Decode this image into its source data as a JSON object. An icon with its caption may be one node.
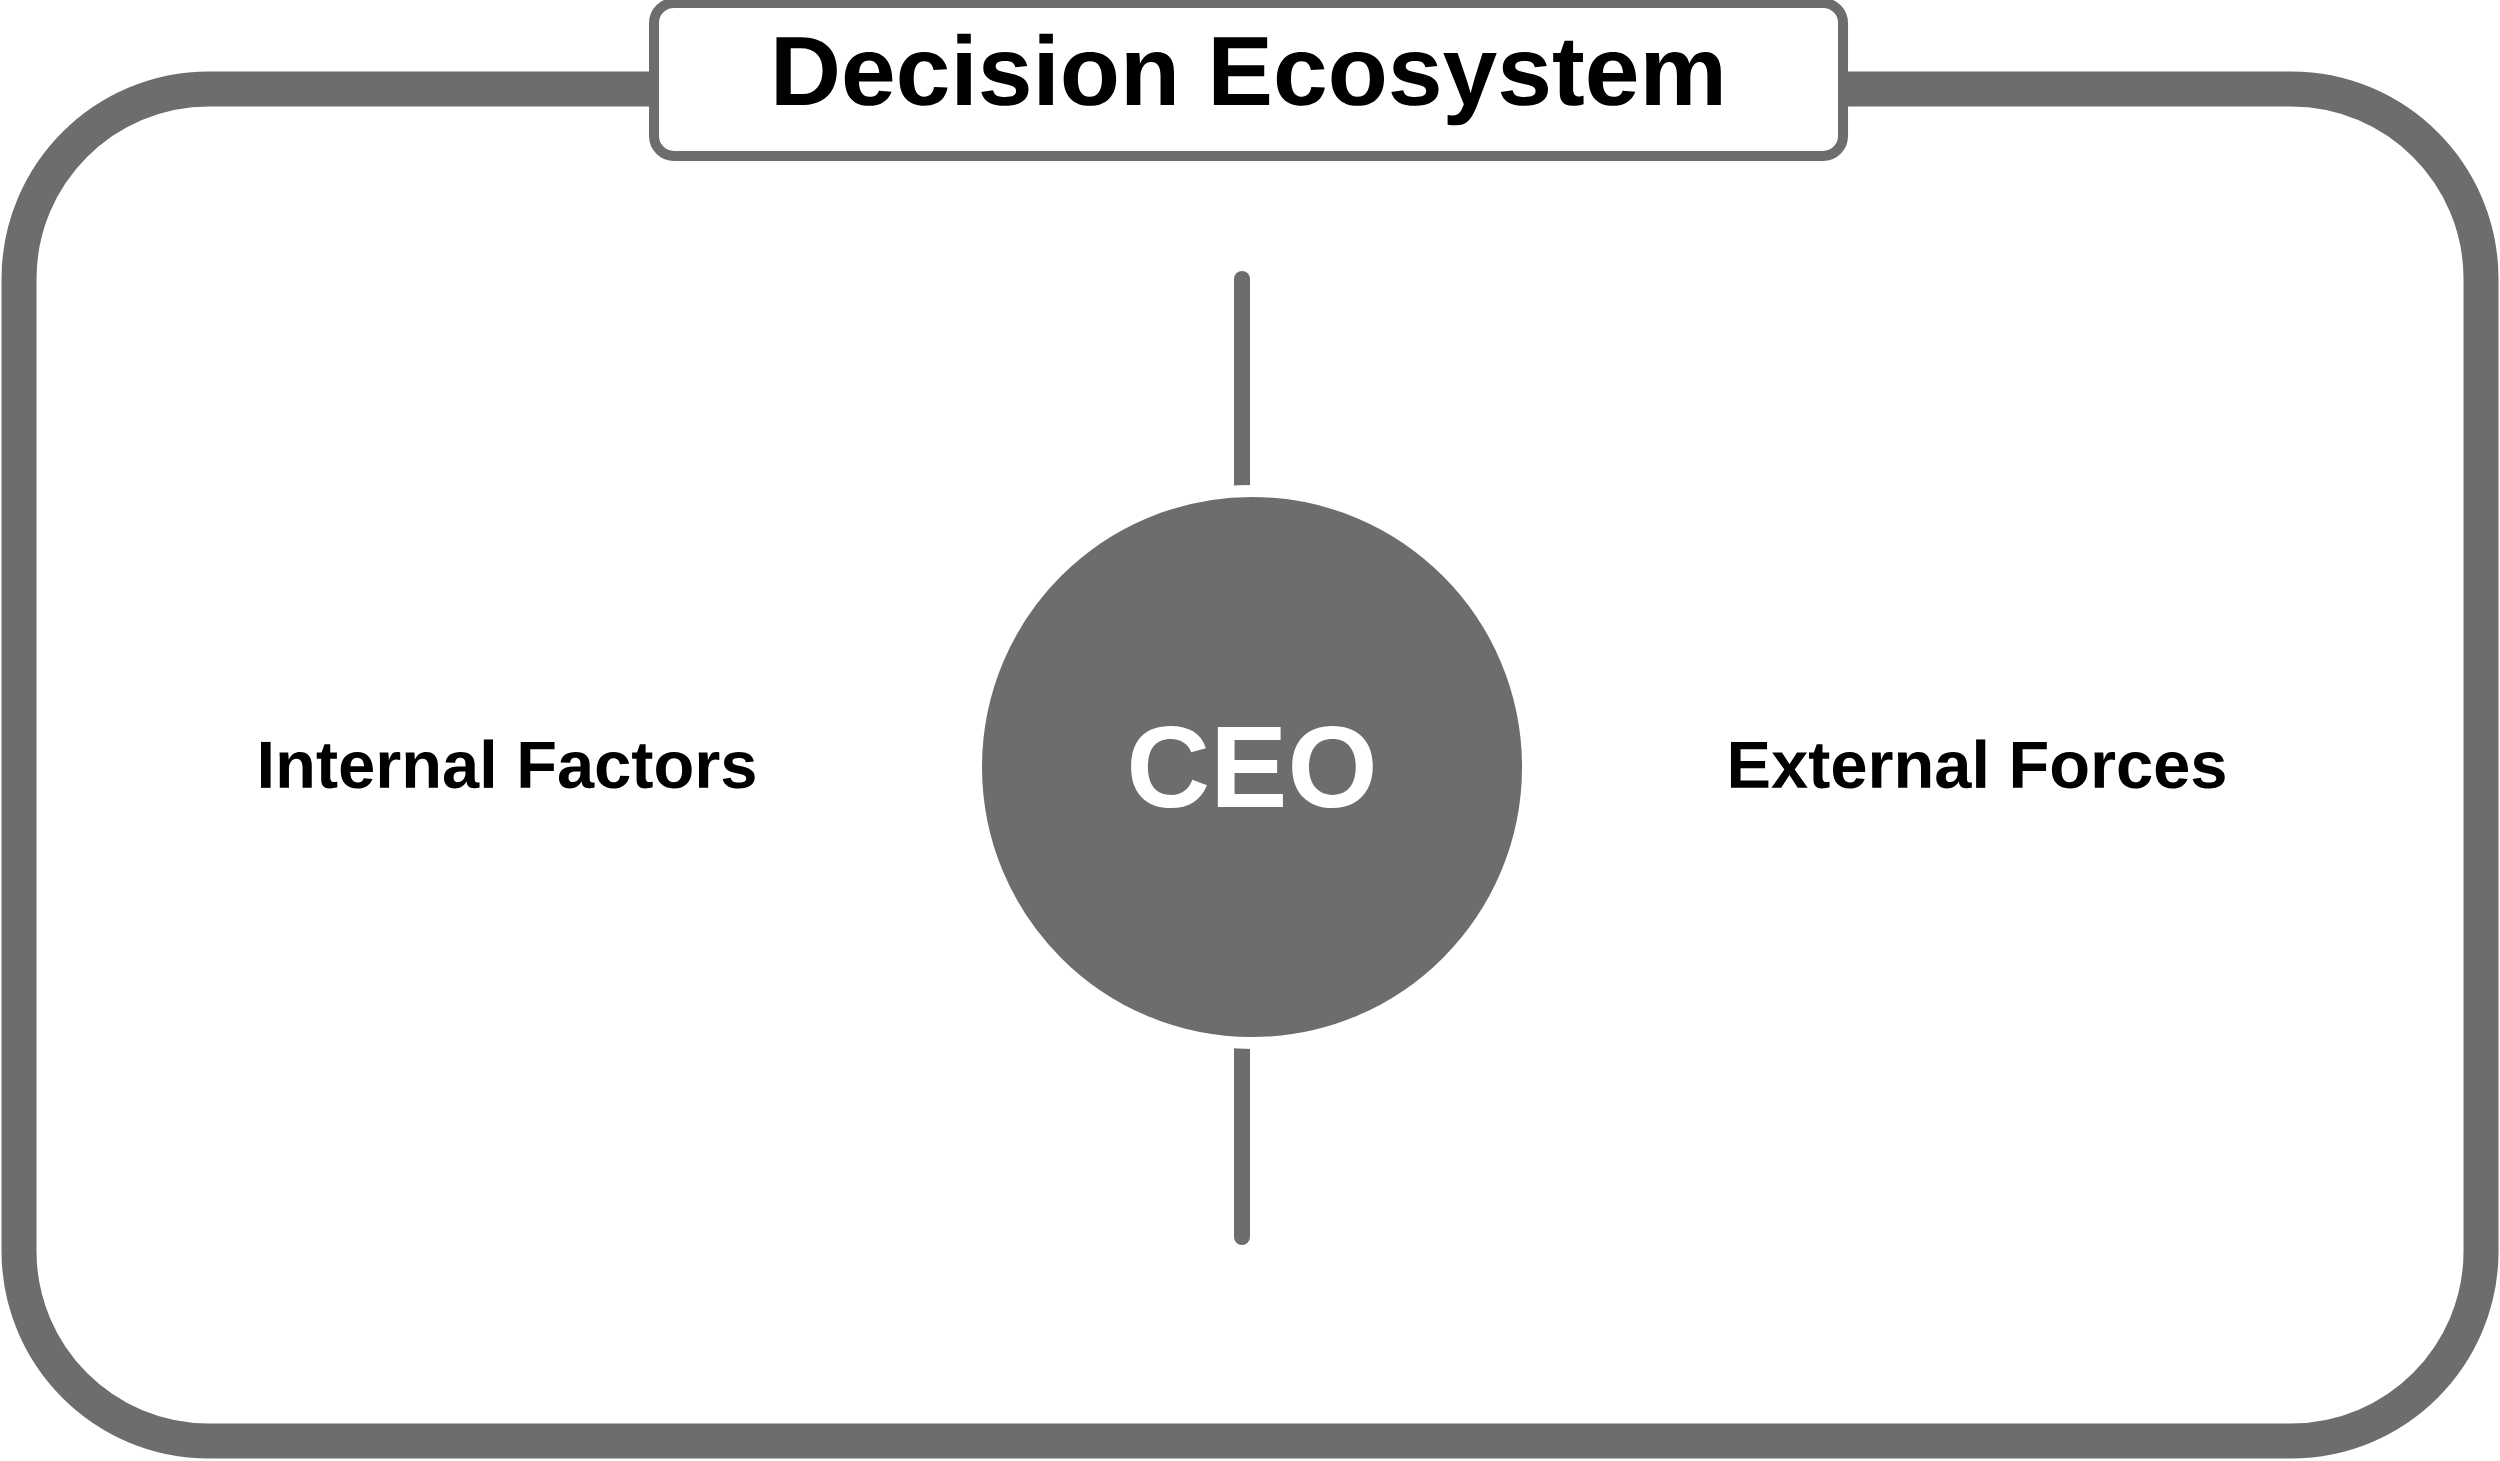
{
  "diagram": {
    "nodes": [
      {
        "text": [
          "Decision Ecosystem"
        ]
      },
      {
        "text": [
          "Internal Factors"
        ],
        "in": 0
      },
      {
        "text": [
          "CEO"
        ],
        "in": 0
      },
      {
        "text": [
          "External Forces"
        ],
        "in": 0
      }
    ],
    "edges": []
  }
}
